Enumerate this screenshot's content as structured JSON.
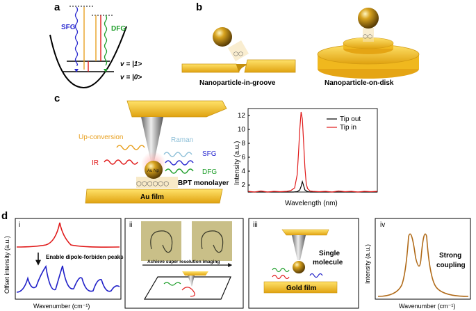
{
  "panels": {
    "a": "a",
    "b": "b",
    "c": "c",
    "d": "d"
  },
  "panel_a": {
    "sfg": "SFG",
    "dfg": "DFG",
    "v1": "v = |1>",
    "v0": "v = |0>"
  },
  "panel_b": {
    "groove": "Nanoparticle-in-groove",
    "disk": "Nanoparticle-on-disk"
  },
  "panel_c": {
    "upconversion": "Up-conversion",
    "ir": "IR",
    "raman": "Raman",
    "sfg": "SFG",
    "dfg": "DFG",
    "au_np": "Au Np",
    "bpt": "BPT monolayer",
    "au_film": "Au film"
  },
  "sub_i": {
    "num": "i",
    "arrow_label": "Enable dipole-forbiden peaks",
    "ylabel": "Offset intensity (a.u.)",
    "xlabel": "Wavenumber (cm⁻¹)"
  },
  "sub_ii": {
    "num": "ii",
    "caption": "Achieve super resolution imaging"
  },
  "sub_iii": {
    "num": "iii",
    "single": "Single",
    "molecule": "molecule",
    "film": "Gold film"
  },
  "sub_iv": {
    "num": "iv",
    "strong": "Strong",
    "coupling": "coupling",
    "ylabel": "Intensity (a.u.)",
    "xlabel": "Wavenumber (cm⁻¹)"
  },
  "colors": {
    "gold": "#f2c230",
    "red": "#e01818",
    "blue": "#2020c8",
    "green": "#1e9e2a",
    "orange": "#e8a020",
    "brown": "#b06a18"
  },
  "chart_data": {
    "type": "line",
    "xlabel": "Wavelength (nm)",
    "ylabel": "Intensity (a.u.)",
    "ylim": [
      1,
      13
    ],
    "yticks": [
      2,
      4,
      6,
      8,
      10,
      12
    ],
    "legend": "top-right",
    "series": [
      {
        "name": "Tip out",
        "color": "#000000",
        "x": [
          0,
          10,
          20,
          30,
          35,
          38,
          40,
          41,
          42,
          43,
          44,
          46,
          48,
          50,
          55,
          60,
          70,
          80,
          90,
          100
        ],
        "values": [
          1,
          1,
          1,
          1,
          1,
          1.05,
          1.3,
          1.8,
          2.5,
          1.9,
          1.3,
          1.05,
          1,
          1,
          1,
          1,
          1,
          1,
          1,
          1
        ]
      },
      {
        "name": "Tip in",
        "color": "#e01818",
        "x": [
          0,
          5,
          10,
          15,
          20,
          25,
          30,
          33,
          36,
          38,
          39,
          40,
          41,
          42,
          43,
          44,
          45,
          46,
          48,
          50,
          55,
          60,
          65,
          70,
          75,
          80,
          85,
          90,
          95,
          100
        ],
        "values": [
          1.1,
          1.0,
          1.15,
          1.0,
          1.1,
          1.05,
          1.1,
          1.2,
          1.6,
          3.5,
          6.5,
          10,
          12.5,
          11.5,
          8,
          4.5,
          2.2,
          1.5,
          1.15,
          1.1,
          1.05,
          1.1,
          1.0,
          1.15,
          1.05,
          1.1,
          1.0,
          1.1,
          1.05,
          1.1
        ]
      }
    ]
  }
}
